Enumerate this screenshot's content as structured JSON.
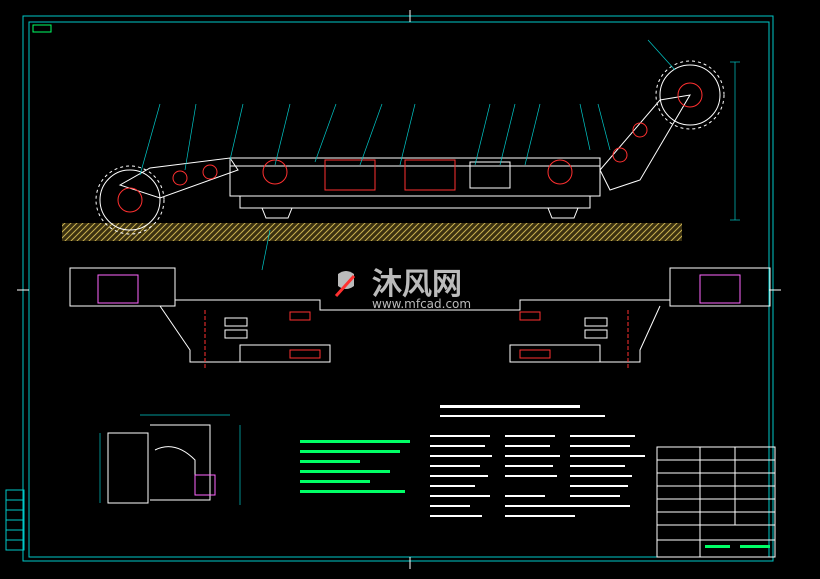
{
  "watermark": {
    "brand": "沐风网",
    "url": "www.mfcad.com"
  },
  "colors": {
    "background": "#000000",
    "frame": "#00c8c8",
    "machine": "#ffffff",
    "detail": "#ff3030",
    "gear": "#ff66ff",
    "notes": "#00ff66",
    "ground": "#c8b050"
  },
  "title_block": {
    "label": "title block"
  }
}
